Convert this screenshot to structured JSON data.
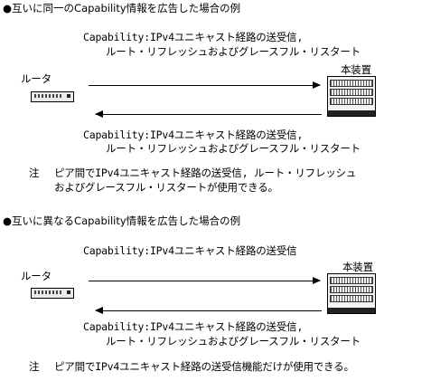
{
  "section1": {
    "heading": "●互いに同一のCapability情報を広告した場合の例",
    "top_label_line1": "Capability:IPv4ユニキャスト経路の送受信,",
    "top_label_line2": "ルート・リフレッシュおよびグレースフル・リスタート",
    "router_label": "ルータ",
    "device_label": "本装置",
    "bottom_label_line1": "Capability:IPv4ユニキャスト経路の送受信,",
    "bottom_label_line2": "ルート・リフレッシュおよびグレースフル・リスタート",
    "note_marker": "注",
    "note_line1": "ピア間でIPv4ユニキャスト経路の送受信, ルート・リフレッシュ",
    "note_line2": "およびグレースフル・リスタートが使用できる。"
  },
  "section2": {
    "heading": "●互いに異なるCapability情報を広告した場合の例",
    "top_label_line1": "Capability:IPv4ユニキャスト経路の送受信",
    "router_label": "ルータ",
    "device_label": "本装置",
    "bottom_label_line1": "Capability:IPv4ユニキャスト経路の送受信,",
    "bottom_label_line2": "ルート・リフレッシュおよびグレースフル・リスタート",
    "note_marker": "注",
    "note_line1": "ピア間でIPv4ユニキャスト経路の送受信機能だけが使用できる。"
  }
}
